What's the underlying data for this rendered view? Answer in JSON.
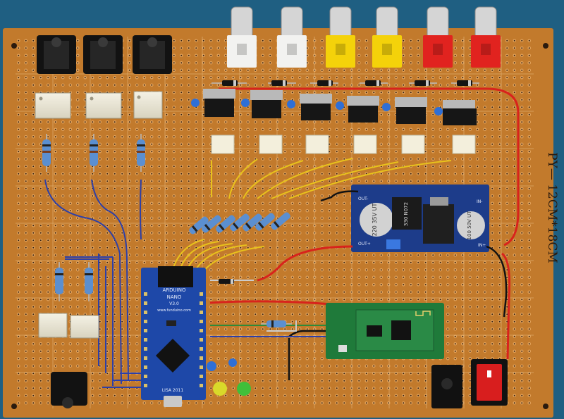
{
  "image": {
    "subject": "Hand-soldered orange perfboard prototype",
    "background_color": "#1f5f82",
    "board_color": "#c27a2c"
  },
  "board_text": {
    "size_label": "PY— 12CM*18CM"
  },
  "arduino": {
    "brand": "ARDUINO",
    "model": "NANO",
    "version": "V3.0",
    "site": "www.funduino.com",
    "footer": "LISA 2011"
  },
  "regulator_module": {
    "cap1": "220 35V UT",
    "cap2": "100 50V UT",
    "inductor": "330 N072",
    "in_plus": "IN+",
    "out_plus": "OUT+",
    "out_minus": "OUT-",
    "in_minus": "IN-"
  },
  "rca_colors": [
    "#f2f2f0",
    "#f2f2f0",
    "#f4d20a",
    "#f4d20a",
    "#e1231f",
    "#e1231f"
  ],
  "led_colors": [
    "#d9d92a",
    "#3fbf3a"
  ],
  "switch_color": "#d81e1e",
  "bluetooth_color": "#1f7a3a",
  "nano_color": "#1e48a8",
  "regulator_color": "#1d3c8a"
}
